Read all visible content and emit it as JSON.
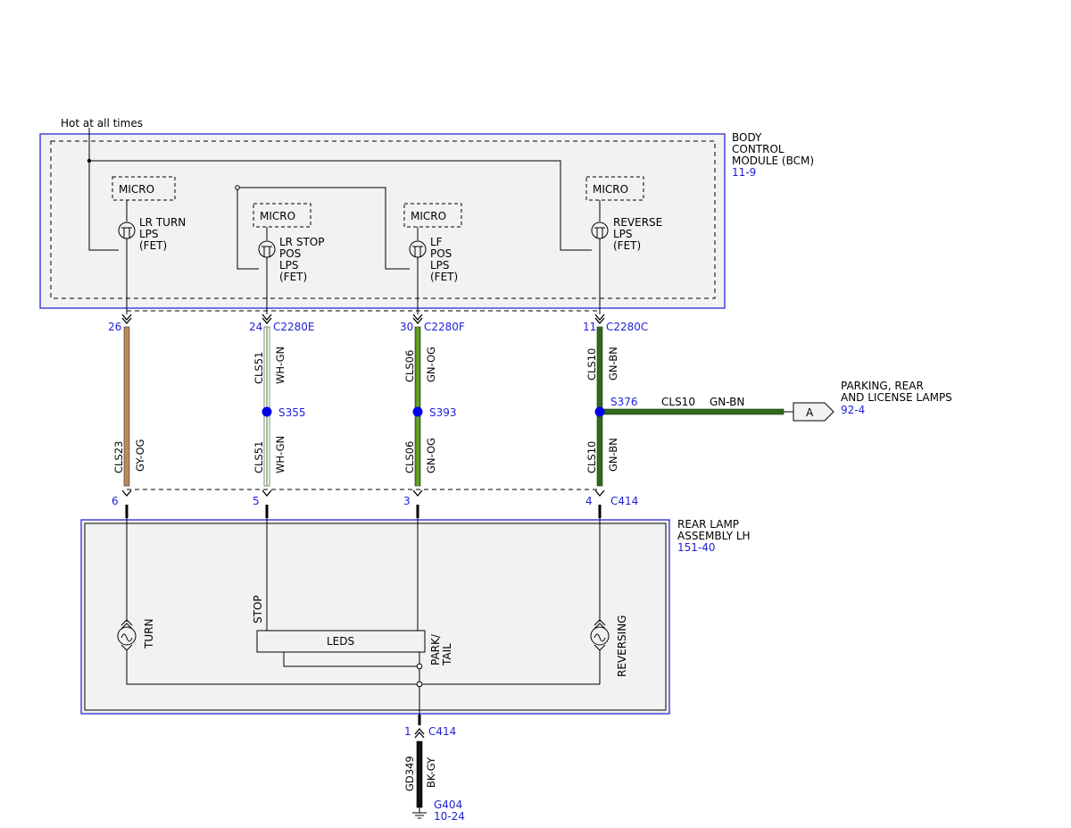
{
  "hot_label": "Hot at all times",
  "bcm": {
    "name_lines": [
      "BODY",
      "CONTROL",
      "MODULE (BCM)"
    ],
    "ref": "11-9",
    "micro_label": "MICRO",
    "drivers": {
      "lr_turn": [
        "LR TURN",
        "LPS",
        "(FET)"
      ],
      "lr_stop": [
        "LR STOP",
        "POS",
        "LPS",
        "(FET)"
      ],
      "lf_pos": [
        "LF",
        "POS",
        "LPS",
        "(FET)"
      ],
      "reverse": [
        "REVERSE",
        "LPS",
        "(FET)"
      ]
    }
  },
  "bcm_pins": [
    {
      "pin": "26",
      "connector": ""
    },
    {
      "pin": "24",
      "connector": "C2280E"
    },
    {
      "pin": "30",
      "connector": "C2280F"
    },
    {
      "pin": "11",
      "connector": "C2280C"
    }
  ],
  "wires": {
    "w1_lower": {
      "circuit": "CLS23",
      "color": "GY-OG"
    },
    "w2_upper": {
      "circuit": "CLS51",
      "color": "WH-GN"
    },
    "w2_lower": {
      "circuit": "CLS51",
      "color": "WH-GN"
    },
    "w3_upper": {
      "circuit": "CLS06",
      "color": "GN-OG"
    },
    "w3_lower": {
      "circuit": "CLS06",
      "color": "GN-OG"
    },
    "w4_upper": {
      "circuit": "CLS10",
      "color": "GN-BN"
    },
    "w4_lower": {
      "circuit": "CLS10",
      "color": "GN-BN"
    },
    "branch": {
      "circuit": "CLS10",
      "color": "GN-BN"
    },
    "ground": {
      "circuit": "GD349",
      "color": "BK-GY"
    }
  },
  "splices": [
    "S355",
    "S393",
    "S376"
  ],
  "offpage": {
    "letter": "A",
    "lines": [
      "PARKING, REAR",
      "AND LICENSE LAMPS"
    ],
    "ref": "92-4"
  },
  "lamp_pins": [
    {
      "pin": "6",
      "connector": ""
    },
    {
      "pin": "5",
      "connector": ""
    },
    {
      "pin": "3",
      "connector": ""
    },
    {
      "pin": "4",
      "connector": "C414"
    }
  ],
  "rear_lamp": {
    "name_lines": [
      "REAR LAMP",
      "ASSEMBLY LH"
    ],
    "ref": "151-40",
    "turn_label": "TURN",
    "stop_label": "STOP",
    "leds_label": "LEDS",
    "park_tail_lines": [
      "PARK/",
      "TAIL"
    ],
    "reversing_label": "REVERSING"
  },
  "ground_pin": {
    "pin": "1",
    "connector": "C414"
  },
  "ground_point": {
    "name": "G404",
    "ref": "10-24"
  },
  "colors": {
    "wire_black": "#000000",
    "gy_og": "#b8895a",
    "wh_gn_stripe": "#7fb36a",
    "gn_og": "#4f8f1a",
    "gn_bn": "#2f6a1f",
    "splice_dot": "#0000ee",
    "box_blue": "#2a2ad6",
    "box_fill": "#f2f2f2"
  }
}
